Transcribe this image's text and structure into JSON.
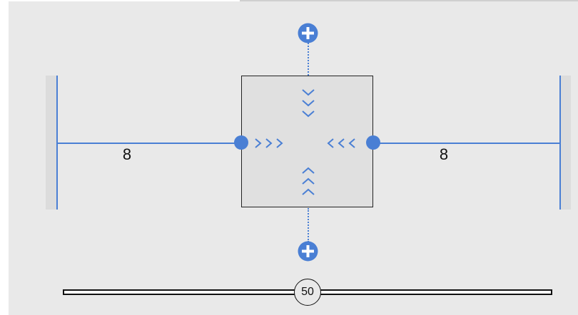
{
  "constraints": {
    "left_margin": "8",
    "right_margin": "8"
  },
  "slider": {
    "value": "50",
    "fraction": 0.5
  },
  "colors": {
    "accent": "#4a7fd4",
    "panel_background": "#e9e9e9",
    "view_fill": "#e0e0e0",
    "view_border": "#222222"
  },
  "icons": {
    "add_top": "plus-circle-icon",
    "add_bottom": "plus-circle-icon",
    "chevrons_right": "chevron-right-icon",
    "chevrons_left": "chevron-left-icon",
    "chevrons_down": "chevron-down-icon",
    "chevrons_up": "chevron-up-icon"
  }
}
